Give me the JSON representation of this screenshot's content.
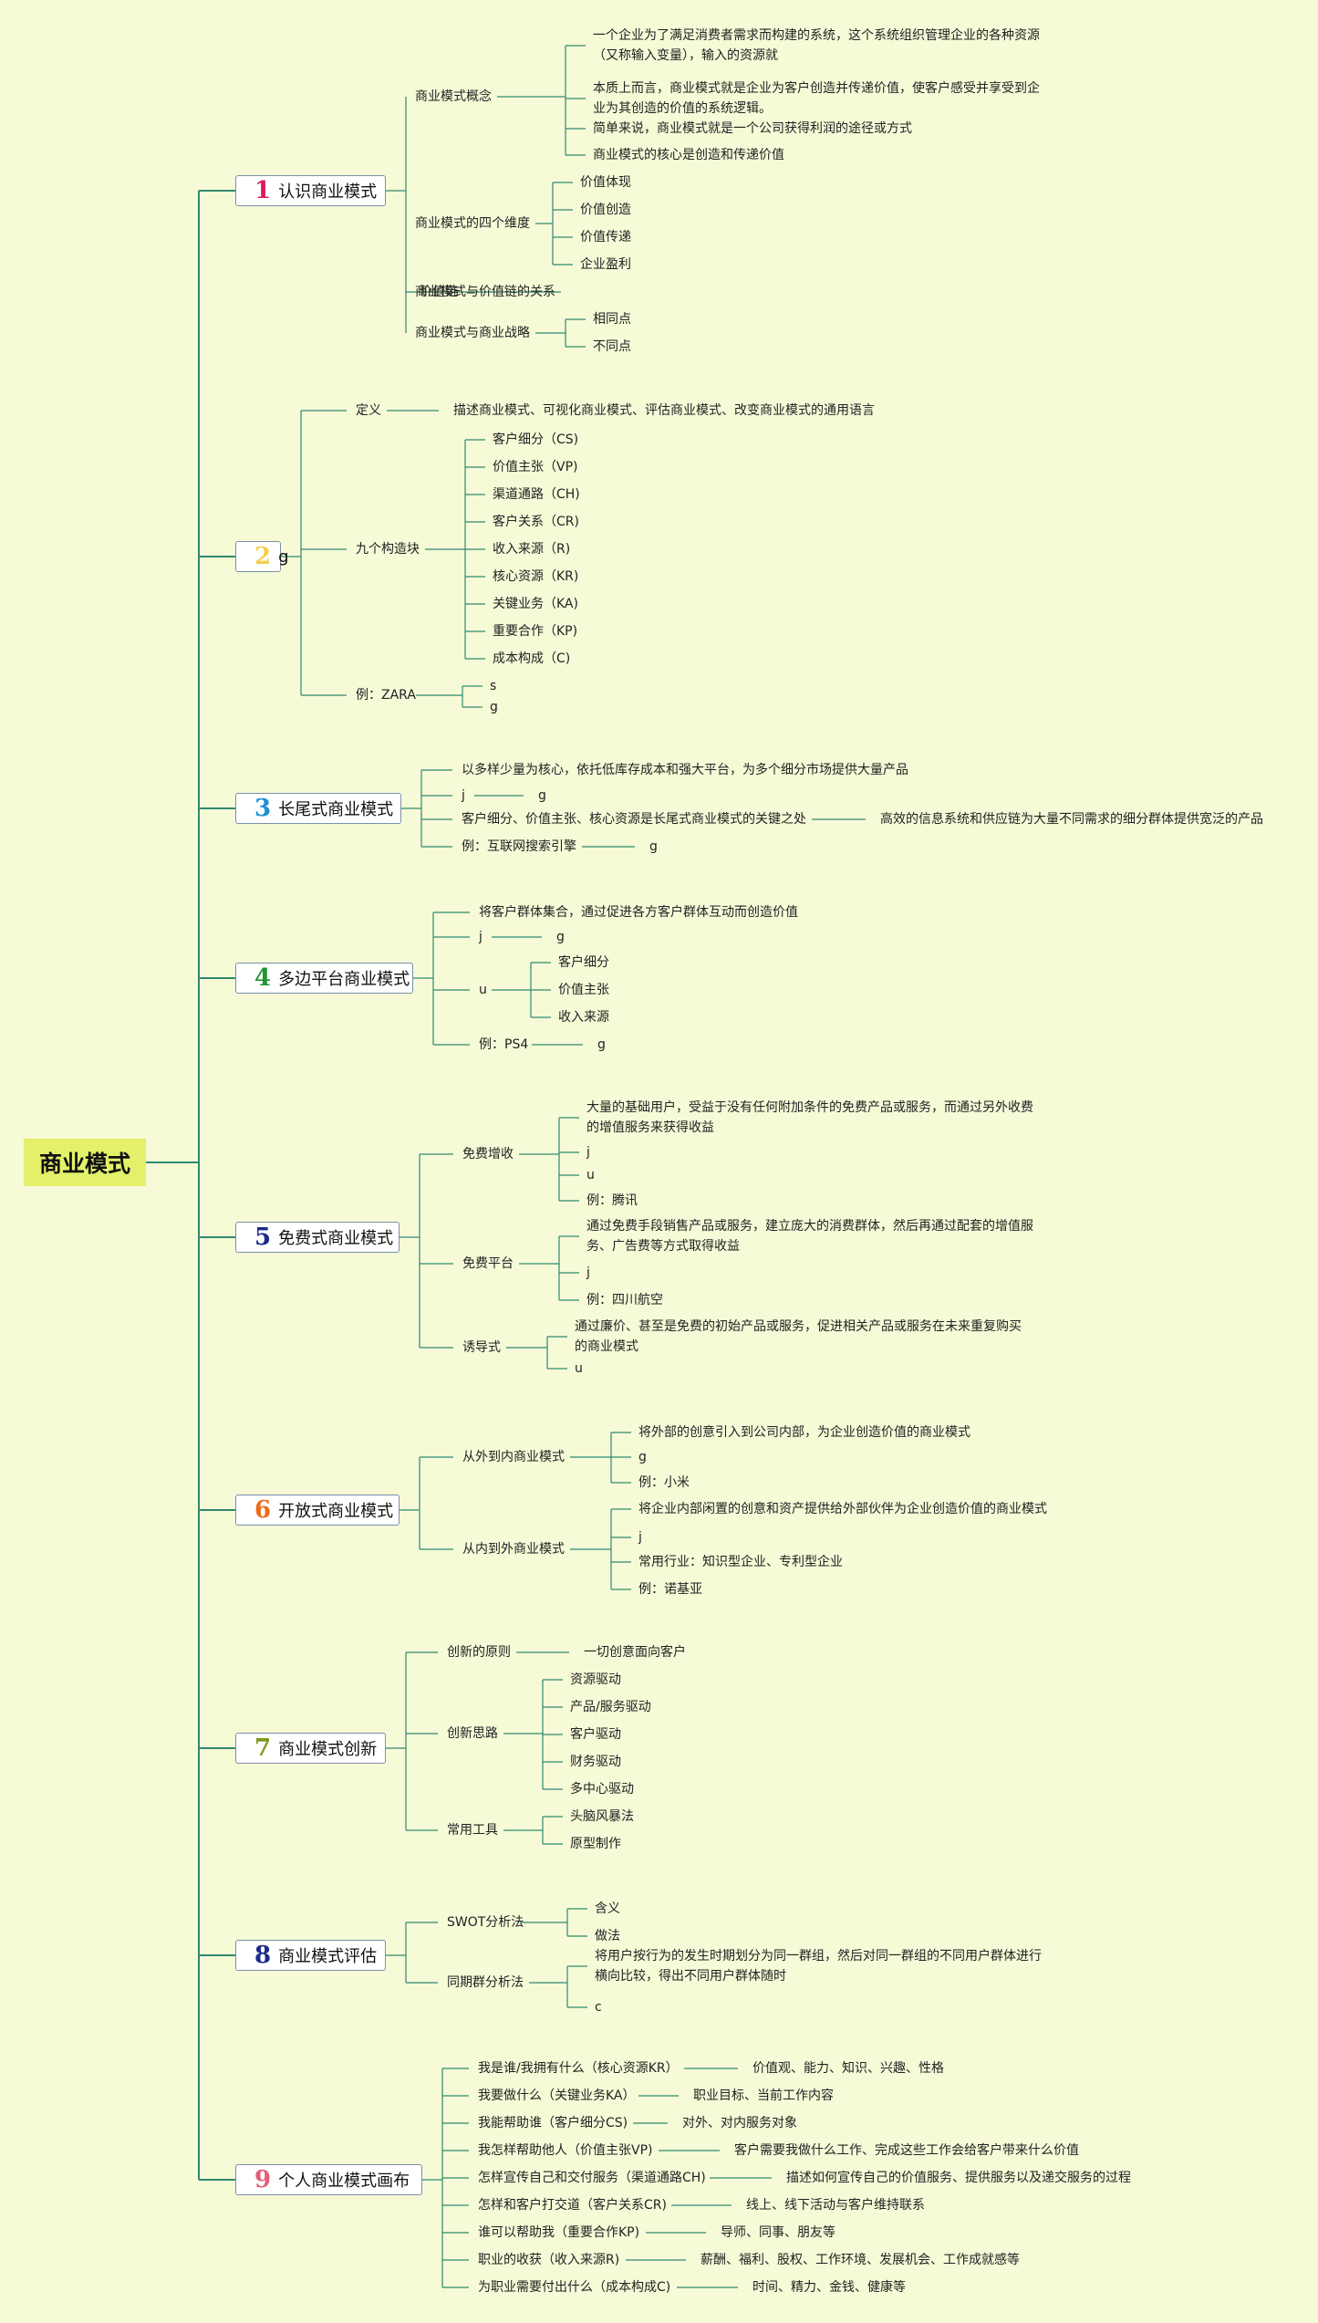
{
  "root": "商业模式",
  "sections": [
    {
      "num": "1",
      "color": "#d81e55",
      "title": "认识商业模式",
      "topics": [
        {
          "label": "商业模式概念",
          "items": [
            "一个企业为了满足消费者需求而构建的系统，这个系统组织管理企业的各种资源（又称输入变量），输入的资源就",
            "本质上而言，商业模式就是企业为客户创造并传递价值，使客户感受并享受到企业为其创造的价值的系统逻辑。",
            "简单来说，商业模式就是一个公司获得利润的途径或方式",
            "商业模式的核心是创造和传递价值"
          ]
        },
        {
          "label": "商业模式的四个维度",
          "items": [
            "价值体现",
            "价值创造",
            "价值传递",
            "企业盈利"
          ]
        },
        {
          "label": "商业模式与价值链的关系",
          "items": [
            "价值链"
          ]
        },
        {
          "label": "商业模式与商业战略",
          "items": [
            "相同点",
            "不同点"
          ]
        }
      ]
    },
    {
      "num": "2",
      "color": "#f2d04a",
      "title": "g",
      "topics": [
        {
          "label": "定义",
          "items": [
            "描述商业模式、可视化商业模式、评估商业模式、改变商业模式的通用语言"
          ]
        },
        {
          "label": "九个构造块",
          "items": [
            "客户细分（CS)",
            "价值主张（VP)",
            "渠道通路（CH)",
            "客户关系（CR)",
            "收入来源（R)",
            "核心资源（KR)",
            "关键业务（KA)",
            "重要合作（KP)",
            "成本构成（C)"
          ]
        },
        {
          "label": "例：ZARA",
          "items": [
            "s",
            "g"
          ]
        }
      ]
    },
    {
      "num": "3",
      "color": "#1e8fd6",
      "title": "长尾式商业模式",
      "topics": [
        {
          "label": "以多样少量为核心，依托低库存成本和强大平台，为多个细分市场提供大量产品",
          "items": []
        },
        {
          "label": "j",
          "items": [
            "g"
          ]
        },
        {
          "label": "客户细分、价值主张、核心资源是长尾式商业模式的关键之处",
          "items": [
            "高效的信息系统和供应链为大量不同需求的细分群体提供宽泛的产品"
          ]
        },
        {
          "label": "例：互联网搜索引擎",
          "items": [
            "g"
          ]
        }
      ]
    },
    {
      "num": "4",
      "color": "#1f9430",
      "title": "多边平台商业模式",
      "topics": [
        {
          "label": "将客户群体集合，通过促进各方客户群体互动而创造价值",
          "items": []
        },
        {
          "label": "j",
          "items": [
            "g"
          ]
        },
        {
          "label": "u",
          "items": [
            "客户细分",
            "价值主张",
            "收入来源"
          ]
        },
        {
          "label": "例：PS4",
          "items": [
            "g"
          ]
        }
      ]
    },
    {
      "num": "5",
      "color": "#1b2a8c",
      "title": "免费式商业模式",
      "topics": [
        {
          "label": "免费增收",
          "items": [
            "大量的基础用户，受益于没有任何附加条件的免费产品或服务，而通过另外收费的增值服务来获得收益",
            "j",
            "u",
            "例：腾讯"
          ]
        },
        {
          "label": "免费平台",
          "items": [
            "通过免费手段销售产品或服务，建立庞大的消费群体，然后再通过配套的增值服务、广告费等方式取得收益",
            "j",
            "例：四川航空"
          ]
        },
        {
          "label": "诱导式",
          "items": [
            "通过廉价、甚至是免费的初始产品或服务，促进相关产品或服务在未来重复购买的商业模式",
            "u"
          ]
        }
      ]
    },
    {
      "num": "6",
      "color": "#ee6a1a",
      "title": "开放式商业模式",
      "topics": [
        {
          "label": "从外到内商业模式",
          "items": [
            "将外部的创意引入到公司内部，为企业创造价值的商业模式",
            "g",
            "例：小米"
          ]
        },
        {
          "label": "从内到外商业模式",
          "items": [
            "将企业内部闲置的创意和资产提供给外部伙伴为企业创造价值的商业模式",
            "j",
            "常用行业：知识型企业、专利型企业",
            "例：诺基亚"
          ]
        }
      ]
    },
    {
      "num": "7",
      "color": "#7d9a18",
      "title": "商业模式创新",
      "topics": [
        {
          "label": "创新的原则",
          "items": [
            "一切创意面向客户"
          ]
        },
        {
          "label": "创新思路",
          "items": [
            "资源驱动",
            "产品/服务驱动",
            "客户驱动",
            "财务驱动",
            "多中心驱动"
          ]
        },
        {
          "label": "常用工具",
          "items": [
            "头脑风暴法",
            "原型制作"
          ]
        }
      ]
    },
    {
      "num": "8",
      "color": "#1b2a8c",
      "title": "商业模式评估",
      "topics": [
        {
          "label": "SWOT分析法",
          "items": [
            "含义",
            "做法"
          ]
        },
        {
          "label": "同期群分析法",
          "items": [
            "将用户按行为的发生时期划分为同一群组，然后对同一群组的不同用户群体进行横向比较，得出不同用户群体随时",
            "c"
          ]
        }
      ]
    },
    {
      "num": "9",
      "color": "#e45b78",
      "title": "个人商业模式画布",
      "topics": [
        {
          "label": "我是谁/我拥有什么（核心资源KR）",
          "items": [
            "价值观、能力、知识、兴趣、性格"
          ]
        },
        {
          "label": "我要做什么（关键业务KA）",
          "items": [
            "职业目标、当前工作内容"
          ]
        },
        {
          "label": "我能帮助谁（客户细分CS)",
          "items": [
            "对外、对内服务对象"
          ]
        },
        {
          "label": "我怎样帮助他人（价值主张VP)",
          "items": [
            "客户需要我做什么工作、完成这些工作会给客户带来什么价值"
          ]
        },
        {
          "label": "怎样宣传自己和交付服务（渠道通路CH)",
          "items": [
            "描述如何宣传自己的价值服务、提供服务以及递交服务的过程"
          ]
        },
        {
          "label": "怎样和客户打交道（客户关系CR)",
          "items": [
            "线上、线下活动与客户维持联系"
          ]
        },
        {
          "label": "谁可以帮助我（重要合作KP)",
          "items": [
            "导师、同事、朋友等"
          ]
        },
        {
          "label": "职业的收获（收入来源R)",
          "items": [
            "薪酬、福利、股权、工作环境、发展机会、工作成就感等"
          ]
        },
        {
          "label": "为职业需要付出什么（成本构成C)",
          "items": [
            "时间、精力、金钱、健康等"
          ]
        }
      ]
    }
  ]
}
